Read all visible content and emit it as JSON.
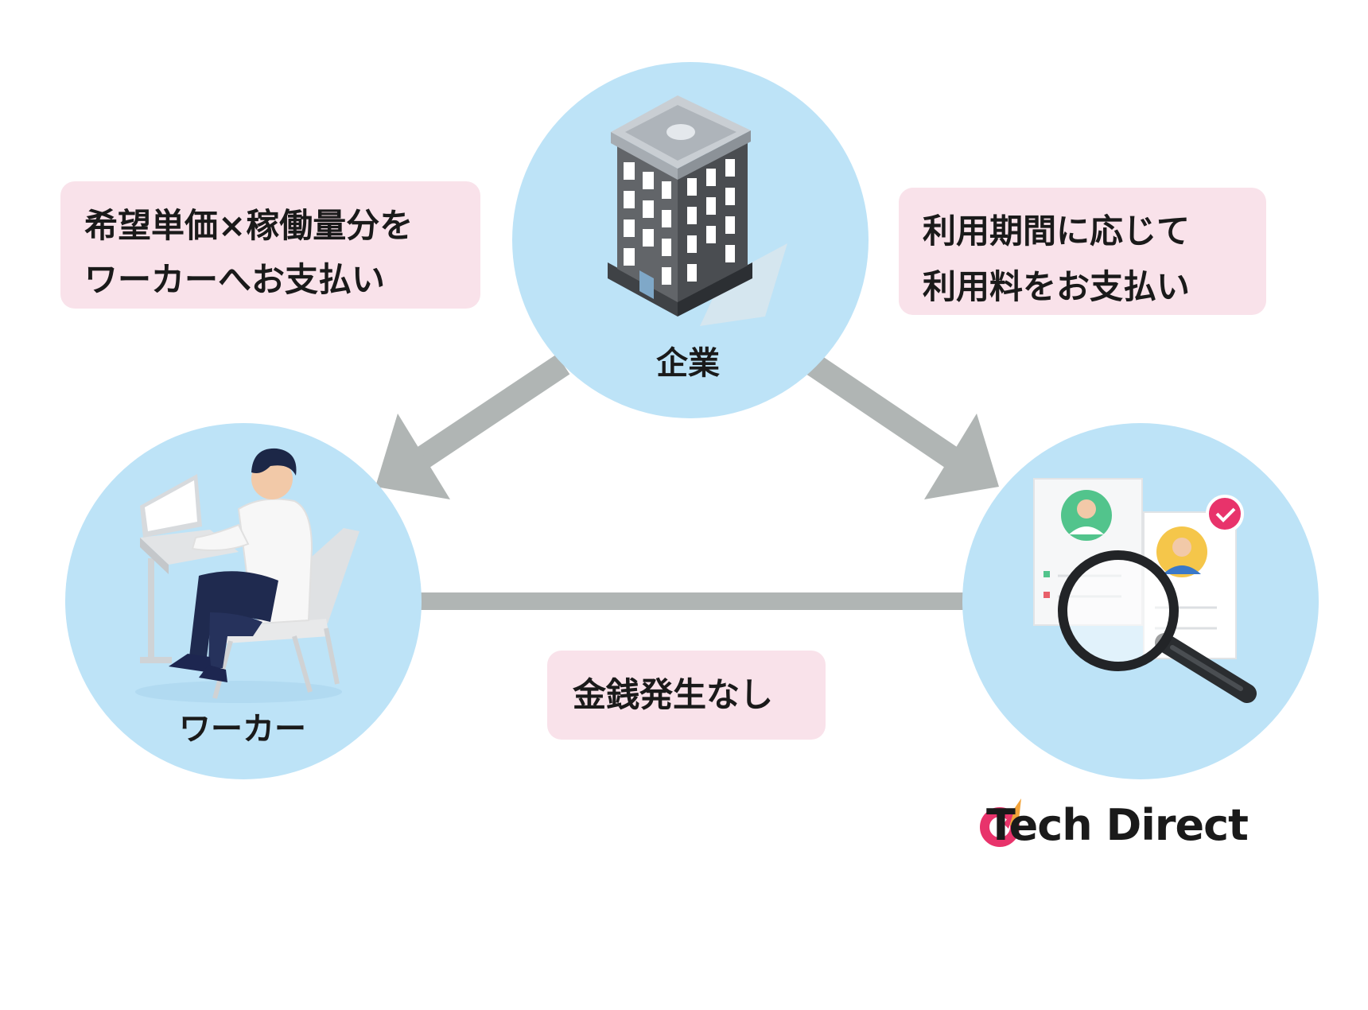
{
  "nodes": {
    "company": {
      "label": "企業"
    },
    "worker": {
      "label": "ワーカー"
    },
    "platform": {
      "label": ""
    }
  },
  "edges": {
    "company_to_worker": {
      "label_lines": [
        "希望単価×稼働量分を",
        "ワーカーへお支払い"
      ]
    },
    "company_to_platform": {
      "label_lines": [
        "利用期間に応じて",
        "利用料をお支払い"
      ]
    },
    "worker_platform": {
      "label": "金銭発生なし"
    }
  },
  "logo": {
    "text": "Tech Direct"
  },
  "colors": {
    "circle_fill": "#bde3f7",
    "label_bg": "#f9e2ea",
    "arrow": "#b0b5b4",
    "brand": "#e8336b",
    "brand_accent": "#f2a33a"
  },
  "icons": {
    "company": "office-building-icon",
    "worker": "person-at-laptop-icon",
    "platform": "resume-search-icon",
    "logo": "tech-direct-logo-icon"
  }
}
